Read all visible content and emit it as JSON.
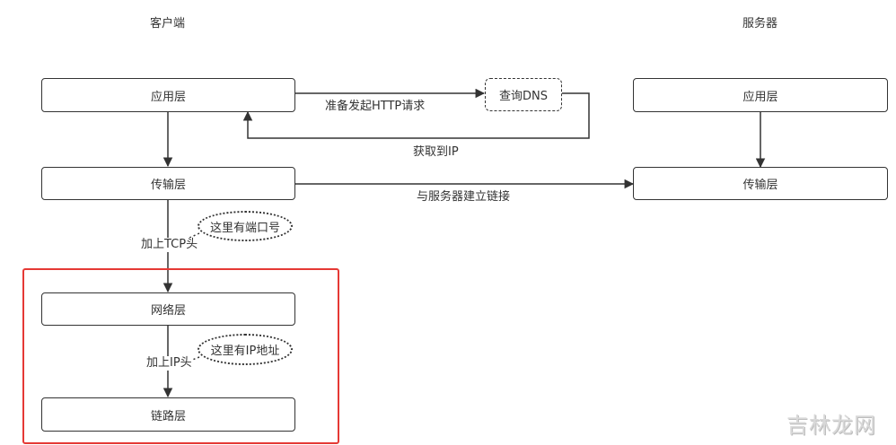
{
  "headers": {
    "client": "客户端",
    "server": "服务器"
  },
  "client": {
    "application": "应用层",
    "transport": "传输层",
    "network": "网络层",
    "link": "链路层"
  },
  "server": {
    "application": "应用层",
    "transport": "传输层"
  },
  "dns": {
    "label": "查询DNS"
  },
  "edges": {
    "prepare_http": "准备发起HTTP请求",
    "get_ip": "获取到IP",
    "establish_link": "与服务器建立链接",
    "add_tcp": "加上TCP头",
    "add_ip": "加上IP头"
  },
  "notes": {
    "port": "这里有端口号",
    "ip_address": "这里有IP地址"
  },
  "colors": {
    "line": "#333333",
    "highlight": "#e53935"
  },
  "watermark": {
    "text": "吉林龙网"
  }
}
